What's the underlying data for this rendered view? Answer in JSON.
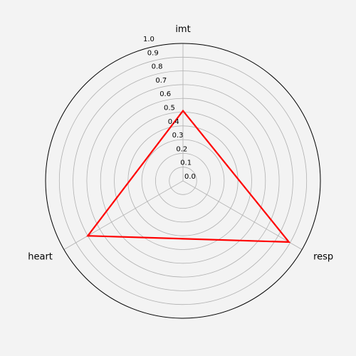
{
  "chart_data": {
    "type": "radar",
    "axes": [
      "imt",
      "resp",
      "heart"
    ],
    "radial_ticks": [
      "0.0",
      "0.1",
      "0.2",
      "0.3",
      "0.4",
      "0.5",
      "0.6",
      "0.7",
      "0.8",
      "0.9",
      "1.0"
    ],
    "rlim": [
      0,
      1.0
    ],
    "grid": true,
    "series": [
      {
        "values": [
          0.51,
          0.89,
          0.8
        ],
        "color": "#ff0000"
      }
    ]
  },
  "colors": {
    "background": "#f3f3f3",
    "grid": "#b0b0b0",
    "outer_circle": "#000000",
    "series_line": "#ff0000"
  }
}
